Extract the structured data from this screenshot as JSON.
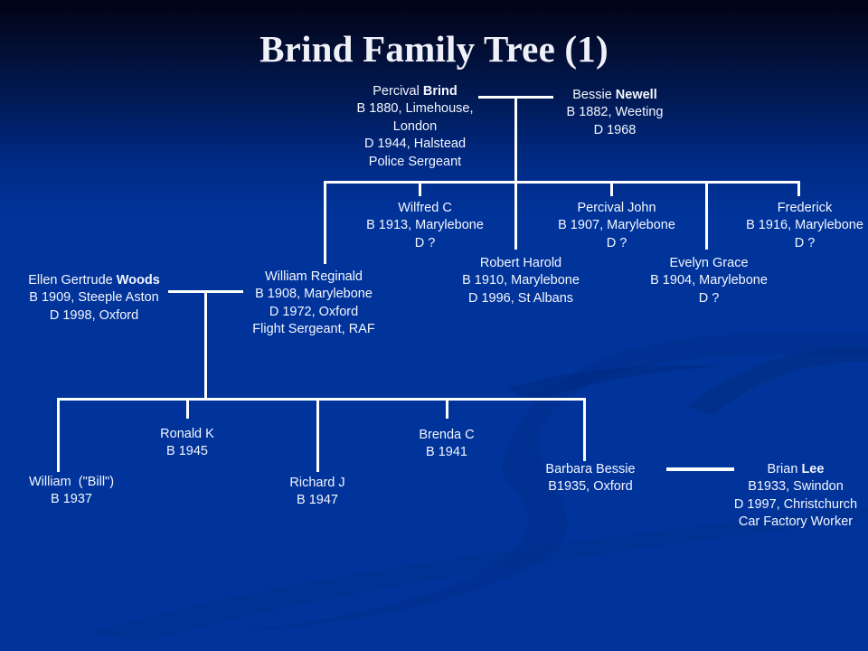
{
  "title": "Brind Family Tree (1)",
  "colors": {
    "background": "#00349a",
    "lines": "#ffffff",
    "text": "#ffffff"
  },
  "people": {
    "percival_brind": {
      "first": "Percival",
      "surname": "Brind",
      "lines": [
        "B 1880, Limehouse,",
        "London",
        "D 1944, Halstead",
        "Police Sergeant"
      ]
    },
    "bessie_newell": {
      "first": "Bessie",
      "surname": "Newell",
      "lines": [
        "B 1882, Weeting",
        "D 1968"
      ]
    },
    "wilfred": {
      "name": "Wilfred C",
      "lines": [
        "B 1913, Marylebone",
        "D ?"
      ]
    },
    "percival_john": {
      "name": "Percival John",
      "lines": [
        "B 1907, Marylebone",
        "D ?"
      ]
    },
    "frederick": {
      "name": "Frederick",
      "lines": [
        "B 1916, Marylebone",
        "D ?"
      ]
    },
    "robert": {
      "name": "Robert Harold",
      "lines": [
        "B 1910, Marylebone",
        "D 1996, St Albans"
      ]
    },
    "evelyn": {
      "name": "Evelyn Grace",
      "lines": [
        "B 1904, Marylebone",
        "D ?"
      ]
    },
    "ellen_woods": {
      "first": "Ellen Gertrude",
      "surname": "Woods",
      "lines": [
        "B 1909, Steeple Aston",
        "D 1998, Oxford"
      ]
    },
    "william_reginald": {
      "name": "William Reginald",
      "lines": [
        "B 1908, Marylebone",
        "D 1972, Oxford",
        "Flight Sergeant, RAF"
      ]
    },
    "ronald": {
      "name": "Ronald K",
      "lines": [
        "B 1945"
      ]
    },
    "william_bill": {
      "name": "William  (\"Bill\")",
      "lines": [
        "B 1937"
      ]
    },
    "richard": {
      "name": "Richard J",
      "lines": [
        "B 1947"
      ]
    },
    "brenda": {
      "name": "Brenda C",
      "lines": [
        "B 1941"
      ]
    },
    "barbara": {
      "name": "Barbara Bessie",
      "lines": [
        "B1935, Oxford"
      ]
    },
    "brian_lee": {
      "first": "Brian",
      "surname": "Lee",
      "lines": [
        "B1933, Swindon",
        "D 1997, Christchurch",
        "Car Factory Worker"
      ]
    }
  }
}
